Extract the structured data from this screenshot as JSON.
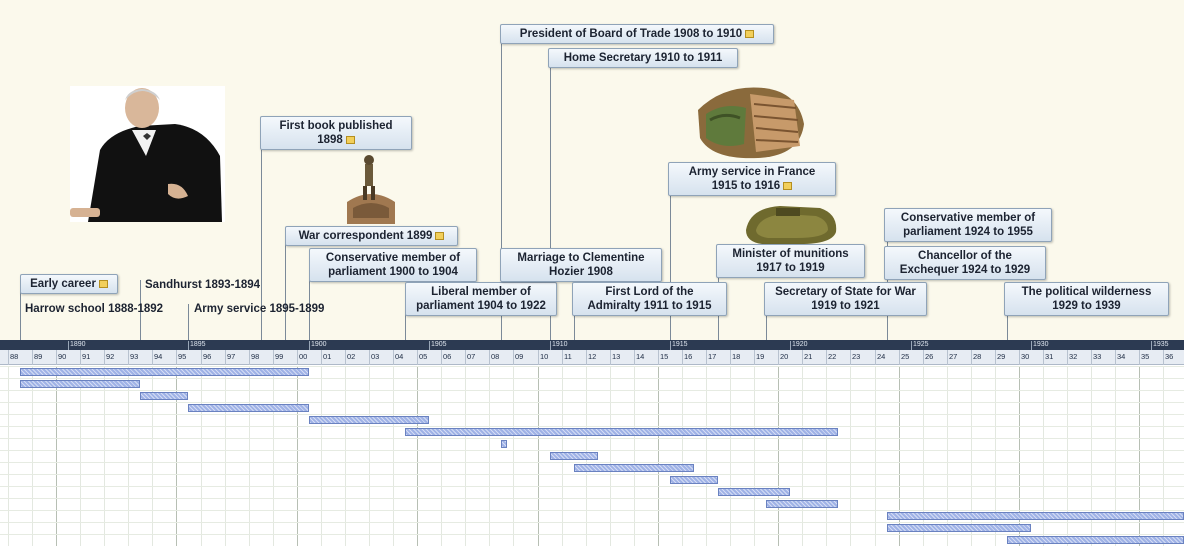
{
  "axis": {
    "decade_labels": [
      "1890",
      "1895",
      "1900",
      "1905",
      "1910",
      "1915",
      "1920",
      "1925",
      "1930",
      "1935"
    ],
    "year_labels": [
      "88",
      "89",
      "90",
      "91",
      "92",
      "93",
      "94",
      "95",
      "96",
      "97",
      "98",
      "99",
      "00",
      "01",
      "02",
      "03",
      "04",
      "05",
      "06",
      "07",
      "08",
      "09",
      "10",
      "11",
      "12",
      "13",
      "14",
      "15",
      "16",
      "17",
      "18",
      "19",
      "20",
      "21",
      "22",
      "23",
      "24",
      "25",
      "26",
      "27",
      "28",
      "29",
      "30",
      "31",
      "32",
      "33",
      "34",
      "35",
      "36"
    ]
  },
  "events": [
    {
      "key": "early",
      "label": "Early career",
      "start": 1888,
      "end": 1900,
      "has_note": true,
      "style": "box"
    },
    {
      "key": "harrow",
      "label": "Harrow school 1888-1892",
      "start": 1888,
      "end": 1893,
      "has_note": false,
      "style": "plain"
    },
    {
      "key": "sandhurst",
      "label": "Sandhurst 1893-1894",
      "start": 1893,
      "end": 1895,
      "has_note": false,
      "style": "plain"
    },
    {
      "key": "army1",
      "label": "Army service 1895-1899",
      "start": 1895,
      "end": 1900,
      "has_note": false,
      "style": "plain"
    },
    {
      "key": "book",
      "label": "First book published\n1898",
      "start": 1898,
      "end": 1898,
      "has_note": true,
      "style": "box"
    },
    {
      "key": "warcorr",
      "label": "War correspondent 1899",
      "start": 1899,
      "end": 1899,
      "has_note": true,
      "style": "box"
    },
    {
      "key": "cons1",
      "label": "Conservative member of\nparliament 1900 to 1904",
      "start": 1900,
      "end": 1905,
      "has_note": false,
      "style": "box"
    },
    {
      "key": "liberal",
      "label": "Liberal member of\nparliament 1904 to 1922",
      "start": 1904,
      "end": 1922,
      "has_note": false,
      "style": "box"
    },
    {
      "key": "board",
      "label": "President of Board of Trade 1908 to 1910",
      "start": 1908,
      "end": 1911,
      "has_note": true,
      "style": "box"
    },
    {
      "key": "marriage",
      "label": "Marriage to Clementine\nHozier 1908",
      "start": 1908,
      "end": 1908,
      "has_note": false,
      "style": "box"
    },
    {
      "key": "home",
      "label": "Home Secretary 1910 to 1911",
      "start": 1910,
      "end": 1912,
      "has_note": false,
      "style": "box"
    },
    {
      "key": "admiralty",
      "label": "First Lord of the\nAdmiralty 1911 to 1915",
      "start": 1911,
      "end": 1916,
      "has_note": false,
      "style": "box"
    },
    {
      "key": "armyfr",
      "label": "Army service in France\n1915 to 1916",
      "start": 1915,
      "end": 1917,
      "has_note": true,
      "style": "box"
    },
    {
      "key": "munitions",
      "label": "Minister of munitions\n1917 to 1919",
      "start": 1917,
      "end": 1920,
      "has_note": false,
      "style": "box"
    },
    {
      "key": "warsec",
      "label": "Secretary of State for War\n1919 to 1921",
      "start": 1919,
      "end": 1922,
      "has_note": false,
      "style": "box"
    },
    {
      "key": "cons2",
      "label": "Conservative member of\nparliament 1924 to 1955",
      "start": 1924,
      "end": 1955,
      "has_note": false,
      "style": "box"
    },
    {
      "key": "chancellor",
      "label": "Chancellor of the\nExchequer 1924 to 1929",
      "start": 1924,
      "end": 1930,
      "has_note": false,
      "style": "box"
    },
    {
      "key": "wilderness",
      "label": "The political wilderness\n1929 to 1939",
      "start": 1929,
      "end": 1939,
      "has_note": false,
      "style": "box"
    }
  ],
  "gantt_rows": [
    "early",
    "harrow",
    "sandhurst",
    "army1",
    "cons1",
    "liberal",
    "marriage",
    "home",
    "admiralty",
    "armyfr",
    "munitions",
    "warsec",
    "cons2",
    "chancellor",
    "wilderness"
  ],
  "colors": {
    "bar": "#9fb2e6",
    "axis": "#2c3a52",
    "background": "#fbf9ec"
  }
}
